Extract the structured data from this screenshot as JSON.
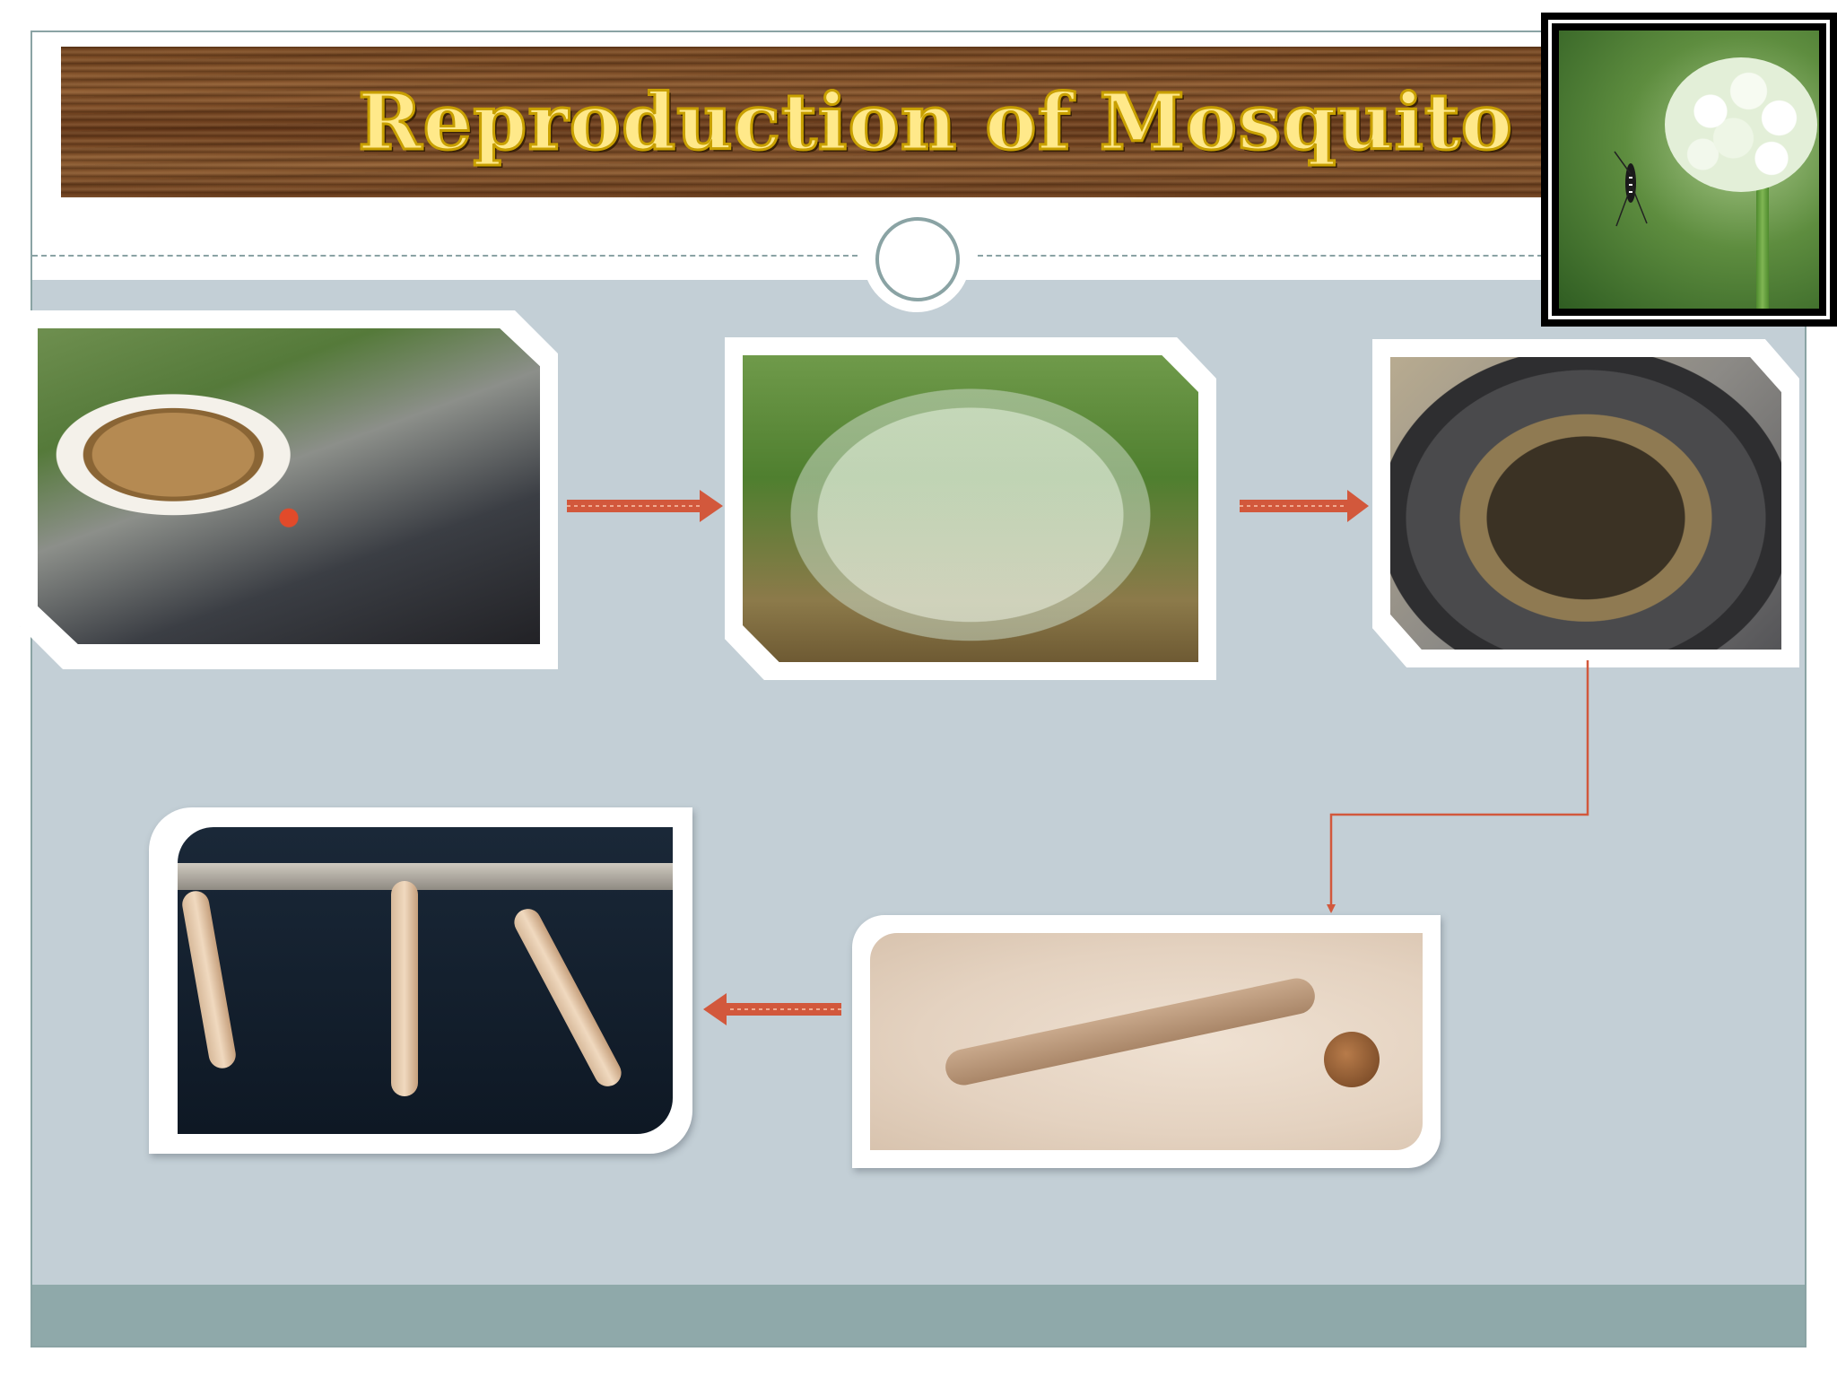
{
  "slide": {
    "title": "Reproduction of Mosquito"
  },
  "colors": {
    "panel": "#c3cfd6",
    "footer": "#8fa9aa",
    "frame_border": "#8aa3a4",
    "arrow": "#d2583c",
    "title_fill": "#ffe98a",
    "title_outline": "#c8a000"
  },
  "images": {
    "corner": "mosquito-on-white-clover-photo",
    "step1": "water-in-enamel-cup-photo",
    "step2": "water-in-glass-jar-photo",
    "step3": "water-in-old-tyre-photo",
    "step4": "mosquito-larva-closeup-photo",
    "step5": "larvae-hanging-at-water-surface-photo"
  }
}
